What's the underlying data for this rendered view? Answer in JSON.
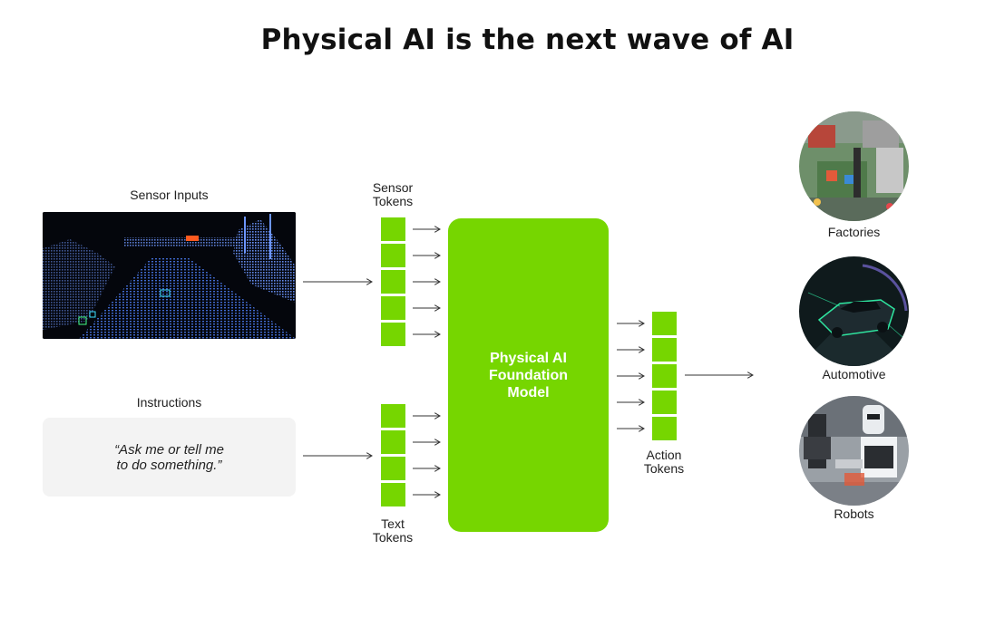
{
  "title": "Physical AI is the next wave of AI",
  "inputs": {
    "sensor_label": "Sensor Inputs",
    "instructions_label": "Instructions",
    "instructions_text": "“Ask me or tell me\nto do something.”"
  },
  "tokens": {
    "sensor_label": "Sensor\nTokens",
    "text_label": "Text\nTokens",
    "action_label": "Action\nTokens",
    "sensor_count": 5,
    "text_count": 4,
    "action_count": 5
  },
  "model": {
    "label": "Physical AI\nFoundation\nModel"
  },
  "outputs": [
    {
      "label": "Factories",
      "icon": "factory-scene-image"
    },
    {
      "label": "Automotive",
      "icon": "car-scene-image"
    },
    {
      "label": "Robots",
      "icon": "robot-scene-image"
    }
  ],
  "colors": {
    "token_green": "#76d600",
    "instruction_bg": "#f3f3f3"
  }
}
